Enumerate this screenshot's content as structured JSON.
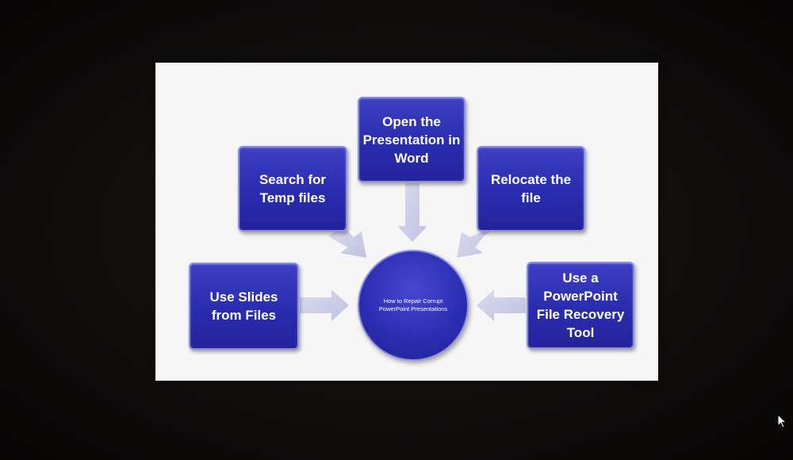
{
  "diagram": {
    "center": "How to Repair Corrupt PowerPoint Presentations",
    "nodes": [
      {
        "id": "search-temp",
        "label": "Search for Temp files"
      },
      {
        "id": "open-word",
        "label": "Open the Presentation in Word"
      },
      {
        "id": "relocate",
        "label": "Relocate the file"
      },
      {
        "id": "use-slides",
        "label": "Use Slides from Files"
      },
      {
        "id": "recovery-tool",
        "label": "Use a PowerPoint File Recovery Tool"
      }
    ],
    "edges": [
      {
        "from": "search-temp",
        "to": "center"
      },
      {
        "from": "open-word",
        "to": "center"
      },
      {
        "from": "relocate",
        "to": "center"
      },
      {
        "from": "use-slides",
        "to": "center"
      },
      {
        "from": "recovery-tool",
        "to": "center"
      }
    ]
  },
  "colors": {
    "node_fill": "#2a2caf",
    "node_border": "#8b8fe0",
    "arrow_fill": "#c9cbe6",
    "slide_background": "#f6f6f6",
    "screen_background": "#0d0b0a"
  },
  "icons": {
    "cursor": "mouse-pointer-icon"
  }
}
